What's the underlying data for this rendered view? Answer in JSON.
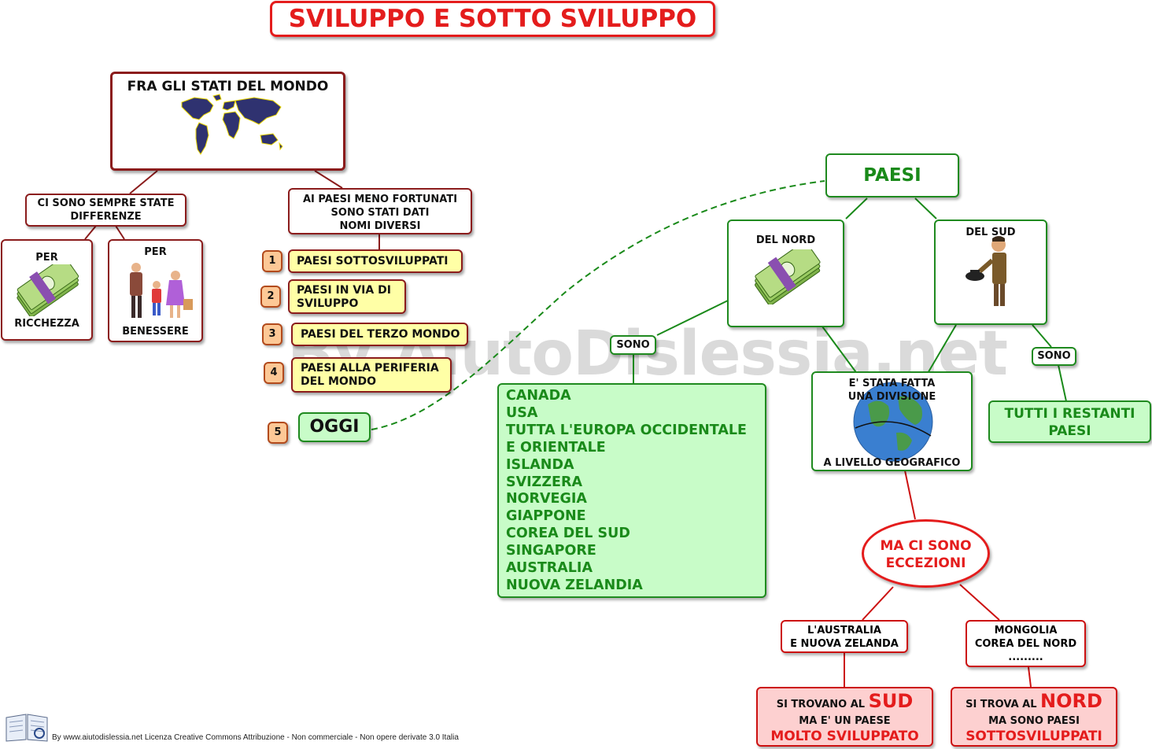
{
  "title": "SVILUPPO E SOTTO SVILUPPO",
  "watermark": "By AiutoDislessia.net",
  "left": {
    "root": "FRA GLI STATI DEL MONDO",
    "differences": {
      "text_line1": "CI SONO SEMPRE STATE",
      "text_line2": "DIFFERENZE",
      "wealth_top": "PER",
      "wealth_bottom": "RICCHEZZA",
      "wellbeing_top": "PER",
      "wellbeing_bottom": "BENESSERE"
    },
    "names": {
      "line1": "AI PAESI MENO FORTUNATI",
      "line2": "SONO STATI DATI",
      "line3": "NOMI DIVERSI",
      "items": [
        {
          "num": "1",
          "line1": "PAESI SOTTOSVILUPPATI",
          "line2": ""
        },
        {
          "num": "2",
          "line1": "PAESI IN VIA DI",
          "line2": "SVILUPPO"
        },
        {
          "num": "3",
          "line1": "PAESI DEL TERZO MONDO",
          "line2": ""
        },
        {
          "num": "4",
          "line1": "PAESI ALLA PERIFERIA",
          "line2": "DEL MONDO"
        }
      ],
      "today_num": "5",
      "today": "OGGI"
    }
  },
  "right": {
    "paesi": "PAESI",
    "north": "DEL NORD",
    "south": "DEL SUD",
    "sono_left": "SONO",
    "sono_right": "SONO",
    "north_list": [
      "CANADA",
      "USA",
      "TUTTA L'EUROPA OCCIDENTALE",
      "E ORIENTALE",
      "ISLANDA",
      "SVIZZERA",
      "NORVEGIA",
      "GIAPPONE",
      "COREA DEL SUD",
      "SINGAPORE",
      "AUSTRALIA",
      "NUOVA ZELANDIA"
    ],
    "division_line1": "E' STATA FATTA",
    "division_line2": "UNA DIVISIONE",
    "division_bottom": "A LIVELLO GEOGRAFICO",
    "rest_line1": "TUTTI I RESTANTI",
    "rest_line2": "PAESI",
    "exceptions_line1": "MA CI SONO",
    "exceptions_line2": "ECCEZIONI",
    "ex_left_line1": "L'AUSTRALIA",
    "ex_left_line2": "E NUOVA ZELANDA",
    "ex_right_line1": "MONGOLIA",
    "ex_right_line2": "COREA DEL NORD",
    "ex_right_line3": ".........",
    "res_left_pre": "SI TROVANO AL",
    "res_left_big": "SUD",
    "res_left_line2": "MA E' UN PAESE",
    "res_left_line3": "MOLTO SVILUPPATO",
    "res_right_pre": "SI TROVA AL",
    "res_right_big": "NORD",
    "res_right_line2": "MA SONO PAESI",
    "res_right_line3": "SOTTOSVILUPPATI"
  },
  "footer": "By www.aiutodislessia.net Licenza Creative Commons Attribuzione - Non commerciale - Non opere derivate 3.0 Italia",
  "colors": {
    "title_red": "#e41c1c",
    "dark_red": "#8b1c1c",
    "green": "#1a8a1a",
    "light_green": "#c8fcc8",
    "yellow": "#ffffa6"
  }
}
